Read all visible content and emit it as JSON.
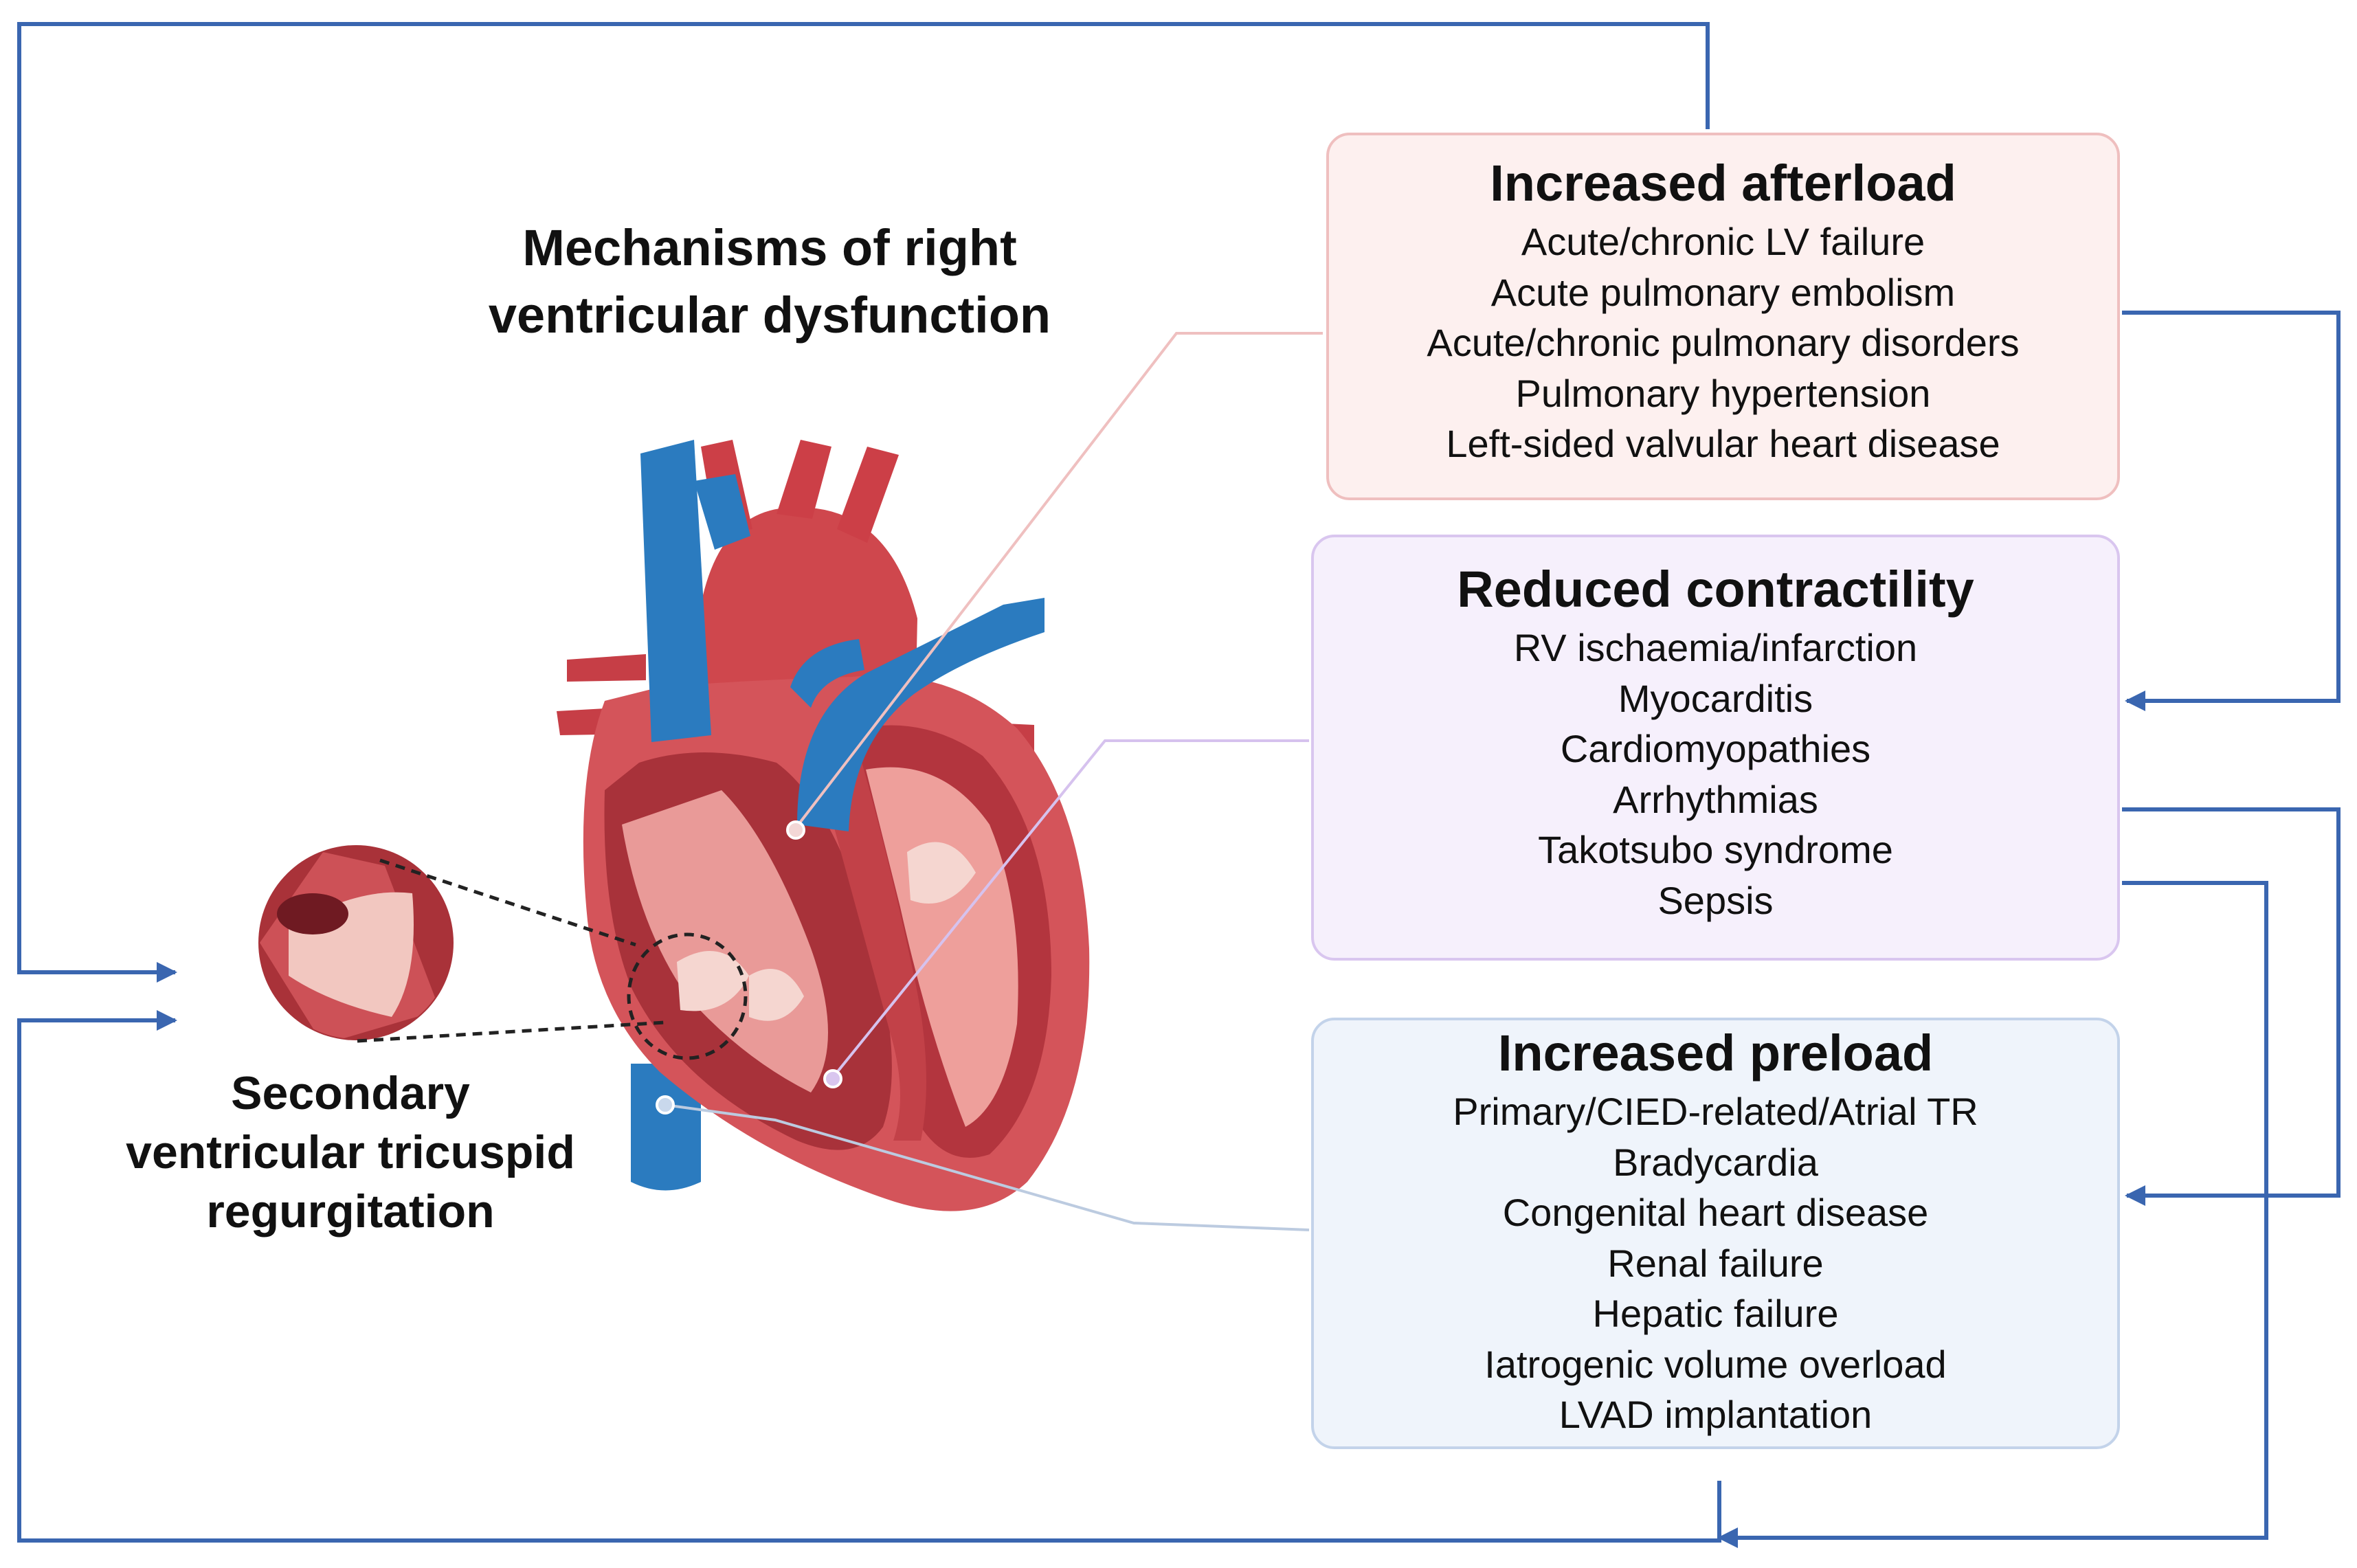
{
  "title": "Mechanisms of right ventricular dysfunction",
  "title_lines": [
    "Mechanisms of right",
    "ventricular dysfunction"
  ],
  "tr_label_lines": [
    "Secondary",
    "ventricular tricuspid",
    "regurgitation"
  ],
  "boxes": {
    "afterload": {
      "heading": "Increased afterload",
      "items": [
        "Acute/chronic LV failure",
        "Acute pulmonary embolism",
        "Acute/chronic pulmonary disorders",
        "Pulmonary hypertension",
        "Left-sided valvular heart disease"
      ]
    },
    "contractility": {
      "heading": "Reduced contractility",
      "items": [
        "RV ischaemia/infarction",
        "Myocarditis",
        "Cardiomyopathies",
        "Arrhythmias",
        "Takotsubo syndrome",
        "Sepsis"
      ]
    },
    "preload": {
      "heading": "Increased preload",
      "items": [
        "Primary/CIED-related/Atrial TR",
        "Bradycardia",
        "Congenital heart disease",
        "Renal failure",
        "Hepatic failure",
        "Iatrogenic volume overload",
        "LVAD implantation"
      ]
    }
  },
  "colors": {
    "arrow": "#3a66b0",
    "afterload_line": "#efc0c0",
    "contractility_line": "#d6c2ee",
    "preload_line": "#bccbe0",
    "heart_red": "#c9474d",
    "vein_blue": "#2b7bbf"
  },
  "icons": [
    "heart-illustration",
    "tricuspid-valve-inset"
  ]
}
